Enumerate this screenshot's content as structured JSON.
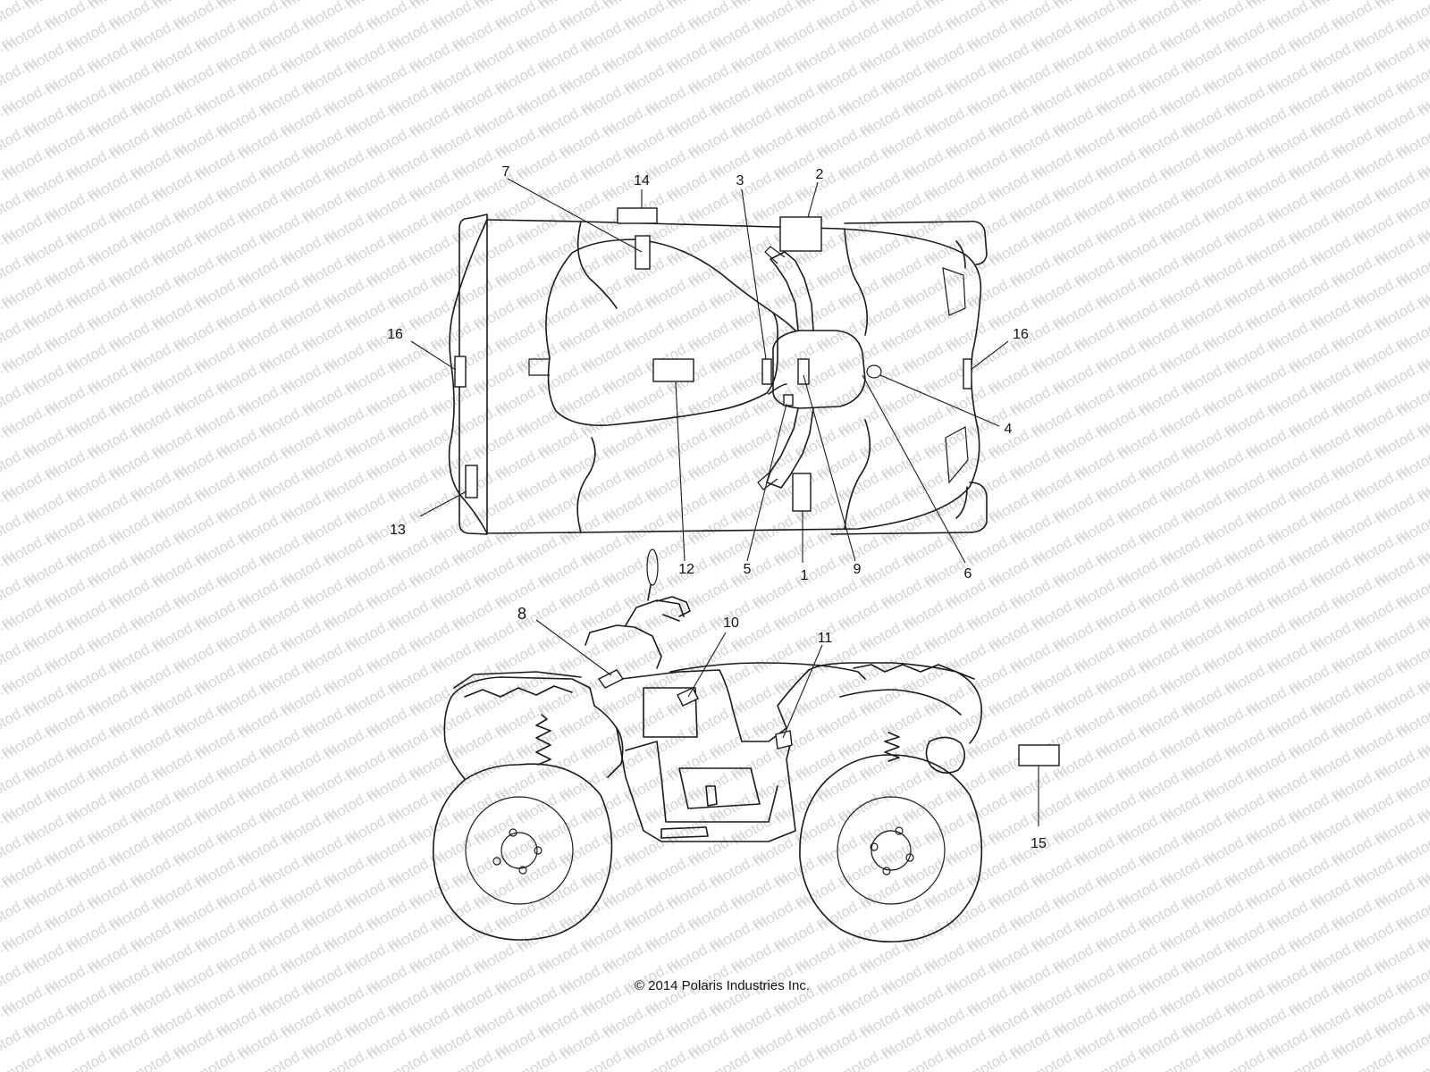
{
  "watermark": "motod.ru",
  "copyright": "© 2014 Polaris Industries Inc.",
  "callouts": {
    "c1": "1",
    "c2": "2",
    "c3": "3",
    "c4": "4",
    "c5": "5",
    "c6": "6",
    "c7": "7",
    "c8": "8",
    "c9": "9",
    "c10": "10",
    "c11": "11",
    "c12": "12",
    "c13": "13",
    "c14": "14",
    "c15": "15",
    "c16a": "16",
    "c16b": "16"
  }
}
